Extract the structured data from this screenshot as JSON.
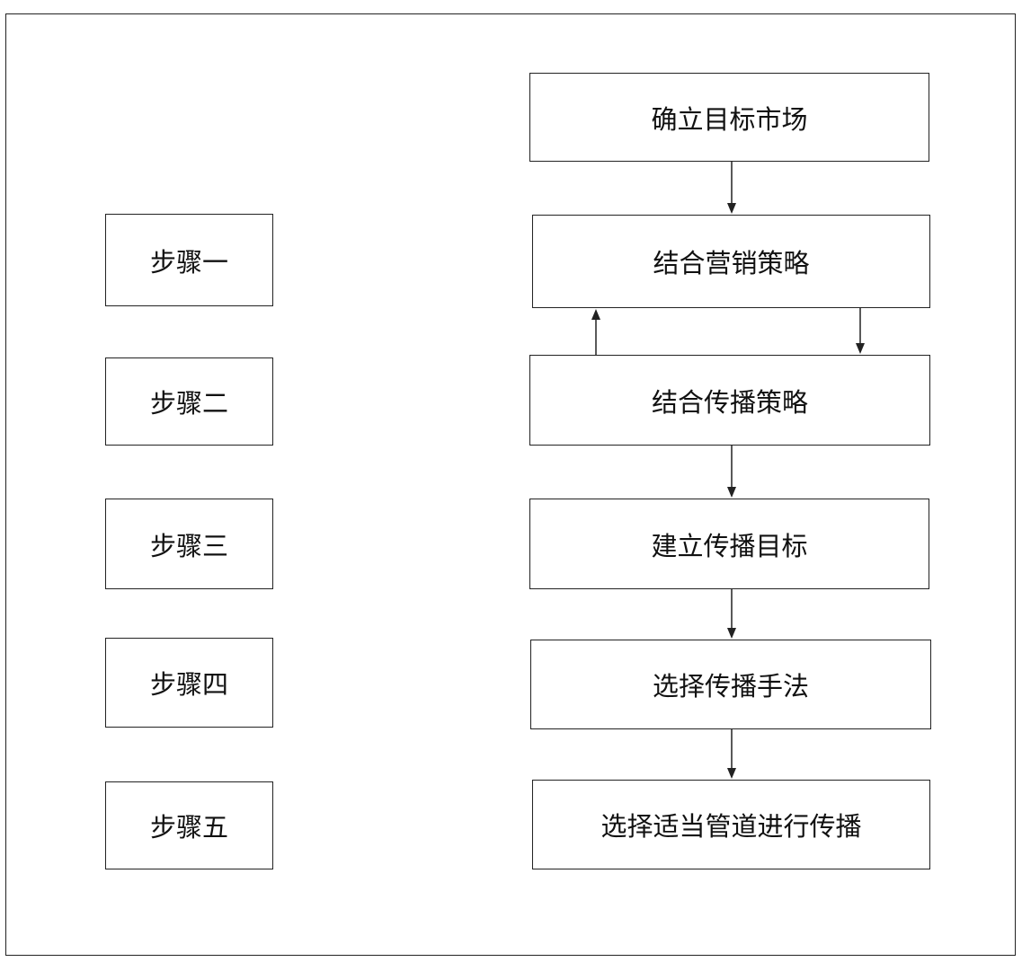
{
  "steps": [
    "步骤一",
    "步骤二",
    "步骤三",
    "步骤四",
    "步骤五"
  ],
  "flow": [
    "确立目标市场",
    "结合营销策略",
    "结合传播策略",
    "建立传播目标",
    "选择传播手法",
    "选择适当管道进行传播"
  ]
}
